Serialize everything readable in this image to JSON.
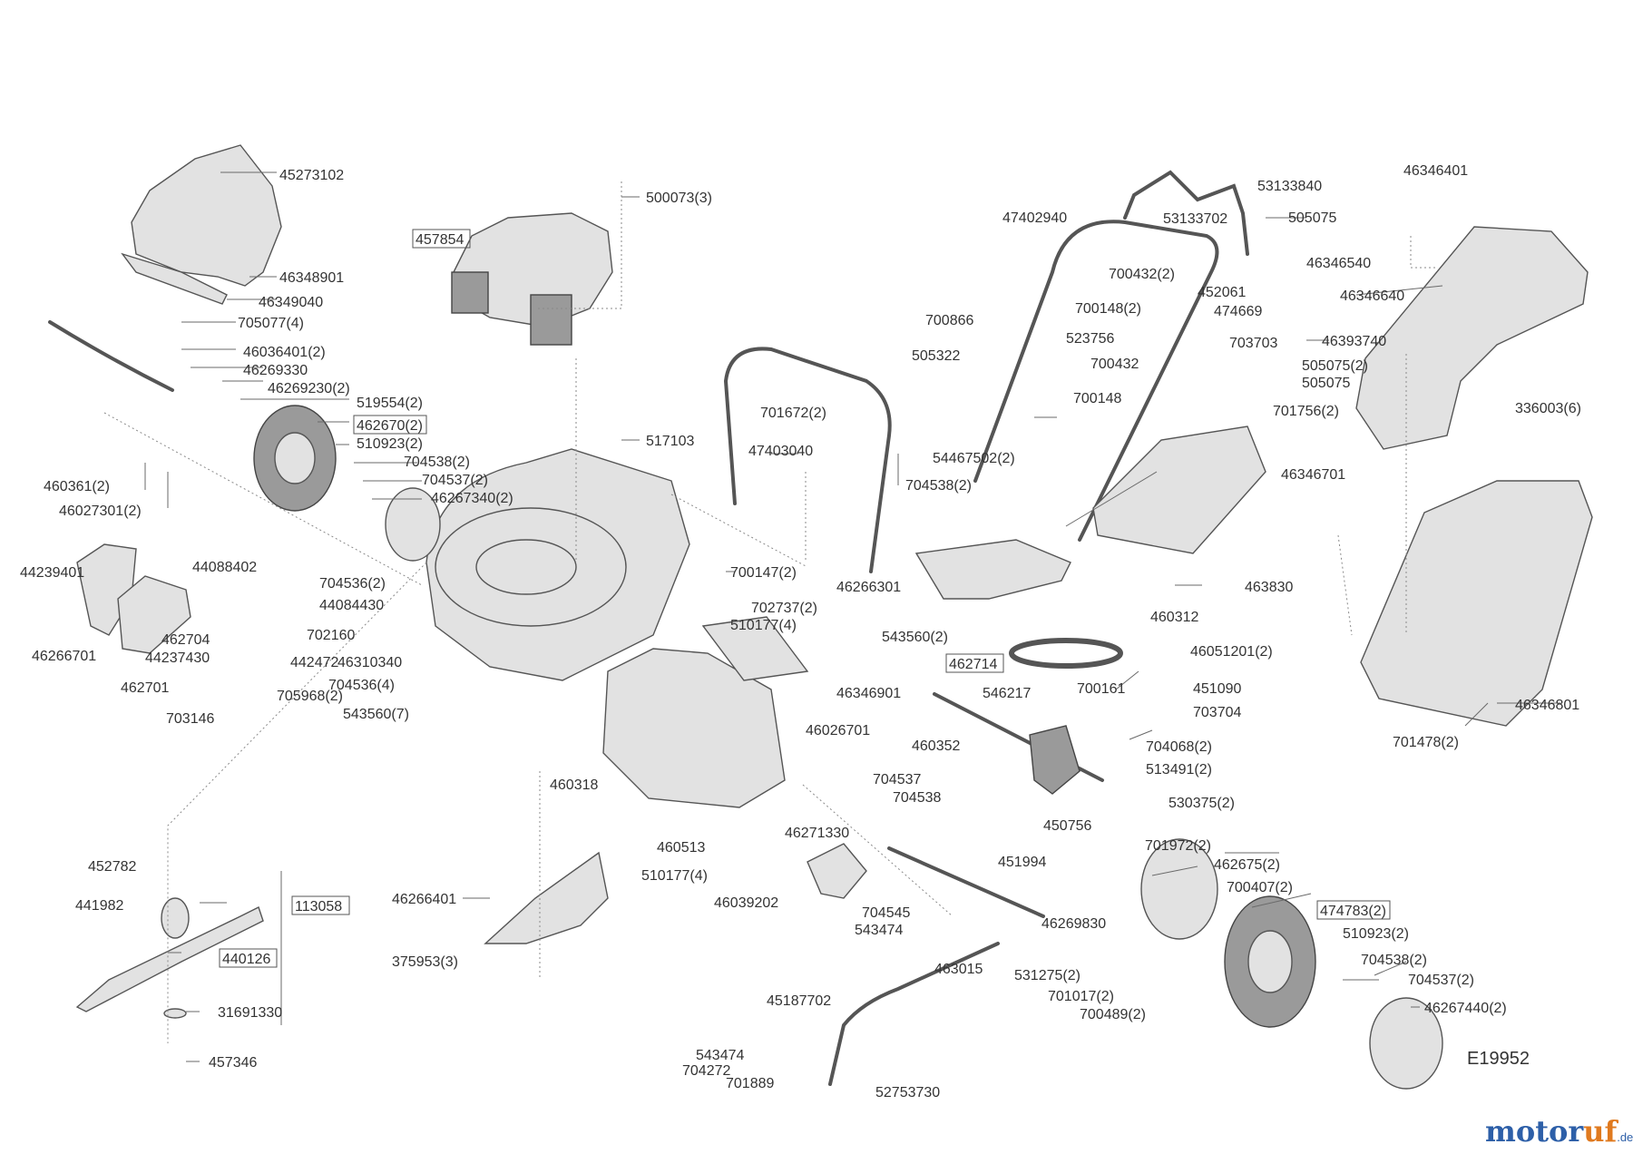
{
  "drawing_code": "E19952",
  "watermark": {
    "main": "motor",
    "accent": "uf",
    "tld": ".de"
  },
  "colors": {
    "line": "#555555",
    "text": "#333333",
    "wm_blue": "#2d5fa8",
    "wm_orange": "#e07a1f"
  },
  "labels": {
    "l45273102": "45273102",
    "l46348901": "46348901",
    "l46349040": "46349040",
    "l705077": "705077(4)",
    "l46036401": "46036401(2)",
    "l46269330": "46269330",
    "l46269230": "46269230(2)",
    "l519554": "519554(2)",
    "l462670": "462670(2)",
    "l510923a": "510923(2)",
    "l704538a": "704538(2)",
    "l704537a": "704537(2)",
    "l46267340": "46267340(2)",
    "l460361": "460361(2)",
    "l46027301": "46027301(2)",
    "l500073": "500073(3)",
    "l457854": "457854",
    "l517103": "517103",
    "l44239401": "44239401",
    "l44088402": "44088402",
    "l704536a": "704536(2)",
    "l44084430": "44084430",
    "l702160": "702160",
    "l462704": "462704",
    "l44237430": "44237430",
    "l442472": "442472",
    "l46266701": "46266701",
    "l46310340": "46310340",
    "l704536b": "704536(4)",
    "l462701": "462701",
    "l705968": "705968(2)",
    "l543560a": "543560(7)",
    "l703146": "703146",
    "l701672": "701672(2)",
    "l47403040": "47403040",
    "l54467502": "54467502(2)",
    "l704538b": "704538(2)",
    "l700147": "700147(2)",
    "l702737": "702737(2)",
    "l510177a": "510177(4)",
    "l543560b": "543560(2)",
    "l46346901": "46346901",
    "l46026701": "46026701",
    "l460318": "460318",
    "l460513": "460513",
    "l510177b": "510177(4)",
    "l46271330": "46271330",
    "l46039202": "46039202",
    "l704537b": "704537",
    "l704538c": "704538",
    "l704545": "704545",
    "l543474a": "543474",
    "l46266401": "46266401",
    "l375953": "375953(3)",
    "l452782": "452782",
    "l441982": "441982",
    "l113058": "113058",
    "l440126": "440126",
    "l31691330": "31691330",
    "l457346": "457346",
    "l53133840": "53133840",
    "l47402940": "47402940",
    "l53133702": "53133702",
    "l700432a": "700432(2)",
    "l452061": "452061",
    "l700148a": "700148(2)",
    "l474669": "474669",
    "l700866": "700866",
    "l523756": "523756",
    "l703703": "703703",
    "l505322": "505322",
    "l700432b": "700432",
    "l700148b": "700148",
    "l46346701": "46346701",
    "l46266301": "46266301",
    "l463830": "463830",
    "l460312": "460312",
    "l46051201": "46051201(2)",
    "l462714": "462714",
    "l546217": "546217",
    "l700161": "700161",
    "l451090": "451090",
    "l703704": "703704",
    "l460352": "460352",
    "l704068": "704068(2)",
    "l513491": "513491(2)",
    "l530375": "530375(2)",
    "l450756": "450756",
    "l451994": "451994",
    "l701972": "701972(2)",
    "l462675": "462675(2)",
    "l700407": "700407(2)",
    "l474783": "474783(2)",
    "l510923b": "510923(2)",
    "l46269830": "46269830",
    "l463015": "463015",
    "l531275": "531275(2)",
    "l701017": "701017(2)",
    "l700489": "700489(2)",
    "l45187702": "45187702",
    "l704538d": "704538(2)",
    "l704537c": "704537(2)",
    "l46267440": "46267440(2)",
    "l543474b": "543474",
    "l704272": "704272",
    "l701889": "701889",
    "l52753730": "52753730",
    "l46346401": "46346401",
    "l505075a": "505075",
    "l46346540": "46346540",
    "l46346640": "46346640",
    "l46393740": "46393740",
    "l505075b": "505075(2)",
    "l505075c": "505075",
    "l701756": "701756(2)",
    "l336003": "336003(6)",
    "l46346801": "46346801",
    "l701478": "701478(2)"
  }
}
